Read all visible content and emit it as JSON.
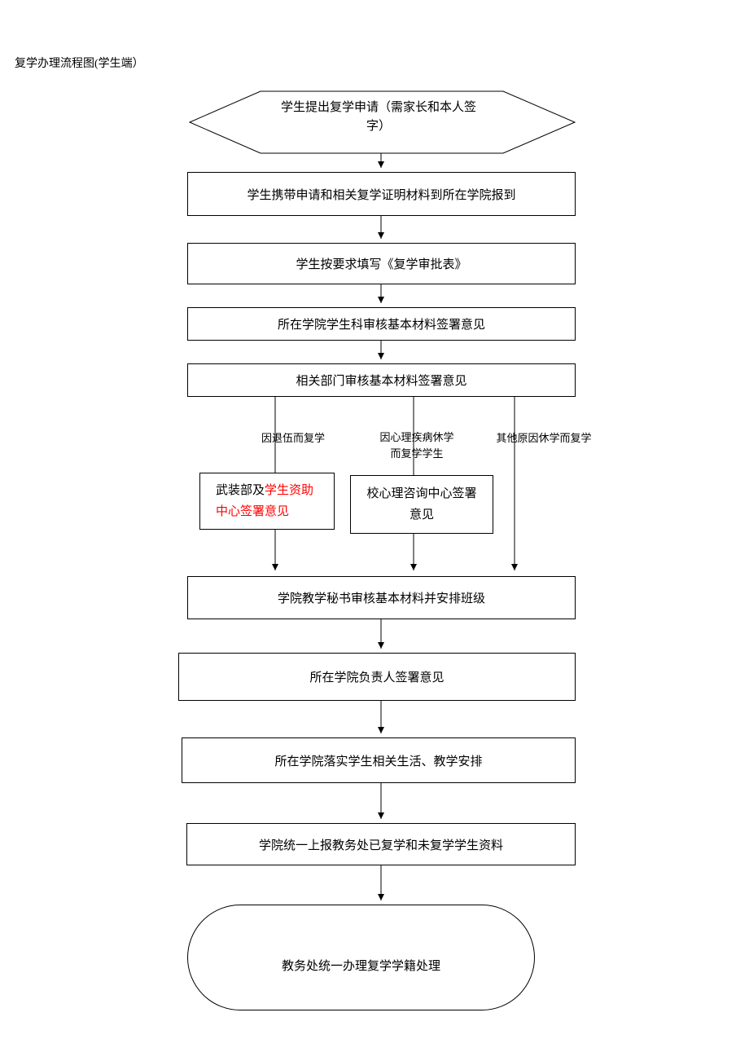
{
  "page": {
    "title": "复学办理流程图(学生端）"
  },
  "flowchart": {
    "start": "学生提出复学申请（需家长和本人签字）",
    "steps": {
      "report": "学生携带申请和相关复学证明材料到所在学院报到",
      "fill_form": "学生按要求填写《复学审批表》",
      "dept_review": "所在学院学生科审核基本材料签署意见",
      "related_review": "相关部门审核基本材料签署意见",
      "secretary": "学院教学秘书审核基本材料并安排班级",
      "leader_sign": "所在学院负责人签署意见",
      "arrange": "所在学院落实学生相关生活、教学安排",
      "report_up": "学院统一上报教务处已复学和未复学学生资料"
    },
    "branches": {
      "left_label": "因退伍而复学",
      "middle_label": "因心理疾病休学而复学学生",
      "right_label": "其他原因休学而复学",
      "left_box": {
        "prefix": "武装部及",
        "highlight": "学生资助中心签署意见"
      },
      "middle_box": "校心理咨询中心签署意见"
    },
    "end": "教务处统一办理复学学籍处理"
  },
  "colors": {
    "highlight_text": "#ff0000",
    "line": "#000000",
    "background": "#ffffff"
  }
}
